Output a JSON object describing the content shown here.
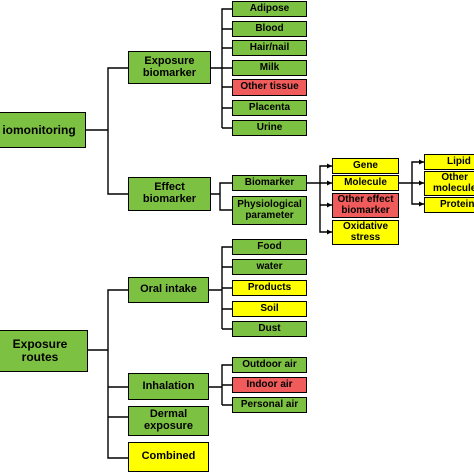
{
  "colors": {
    "green": "#7dc142",
    "yellow": "#ffff00",
    "red": "#f05b5b"
  },
  "nodes": {
    "biomonitoring": "iomonitoring",
    "exposure_routes": "Exposure\nroutes",
    "exposure_biomarker": "Exposure\nbiomarker",
    "effect_biomarker": "Effect\nbiomarker",
    "adipose": "Adipose",
    "blood": "Blood",
    "hair_nail": "Hair/nail",
    "milk": "Milk",
    "other_tissue": "Other tissue",
    "placenta": "Placenta",
    "urine": "Urine",
    "biomarker": "Biomarker",
    "physiological_parameter": "Physiological\nparameter",
    "gene": "Gene",
    "molecule": "Molecule",
    "other_effect_biomarker": "Other effect\nbiomarker",
    "oxidative_stress": "Oxidative\nstress",
    "lipid": "Lipid",
    "other_molecule": "Other\nmolecule",
    "protein": "Protein",
    "oral_intake": "Oral intake",
    "food": "Food",
    "water": "water",
    "products": "Products",
    "soil": "Soil",
    "dust": "Dust",
    "inhalation": "Inhalation",
    "outdoor_air": "Outdoor air",
    "indoor_air": "Indoor air",
    "personal_air": "Personal air",
    "dermal_exposure": "Dermal\nexposure",
    "combined": "Combined"
  }
}
